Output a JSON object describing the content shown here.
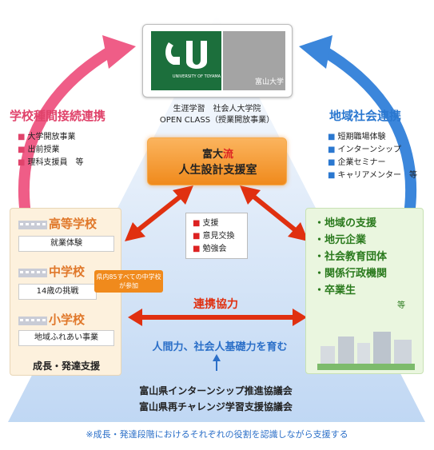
{
  "logo": {
    "university_en": "UNIVERSITY OF TOYAMA",
    "university_jp": "富山大学"
  },
  "center_top": {
    "line1": "生涯学習　社会人大学院",
    "line2": "OPEN CLASS（授業開放事業）"
  },
  "center_box": {
    "brand_prefix": "富大",
    "brand_highlight": "流",
    "title": "人生設計支援室"
  },
  "left_top": {
    "title": "学校種間接続連携",
    "items": [
      "大学開放事業",
      "出前授業",
      "理科支援員　等"
    ]
  },
  "right_top": {
    "title": "地域社会連携",
    "items": [
      "短期職場体験",
      "インターンシップ",
      "企業セミナー",
      "キャリアメンター　等"
    ]
  },
  "support": {
    "items": [
      "支援",
      "意見交換",
      "勉強会"
    ]
  },
  "schools": {
    "high": {
      "title": "高等学校",
      "sub": "就業体験"
    },
    "middle": {
      "title": "中学校",
      "sub": "14歳の挑戦"
    },
    "elementary": {
      "title": "小学校",
      "sub": "地域ふれあい事業"
    },
    "callout": "県内85すべての中学校が参加",
    "footer": "成長・発達支援"
  },
  "region": {
    "items": [
      "・地域の支援",
      "・地元企業",
      "・社会教育団体",
      "・関係行政機関",
      "・卒業生"
    ],
    "etc": "等"
  },
  "collab": {
    "label": "連携協力",
    "skill": "人間力、社会人基礎力を育む"
  },
  "councils": [
    "富山県インターンシップ推進協議会",
    "富山県再チャレンジ学習支援協議会"
  ],
  "bottom_note": "※成長・発達段階におけるそれぞれの役割を認識しながら支援する",
  "colors": {
    "triangle": "#c8dcf4",
    "pink_arrow": "#ef5d87",
    "blue_arrow": "#3b86db",
    "red_arrow": "#e03010",
    "orange": "#f08a1c",
    "green": "#2a7a1d"
  }
}
